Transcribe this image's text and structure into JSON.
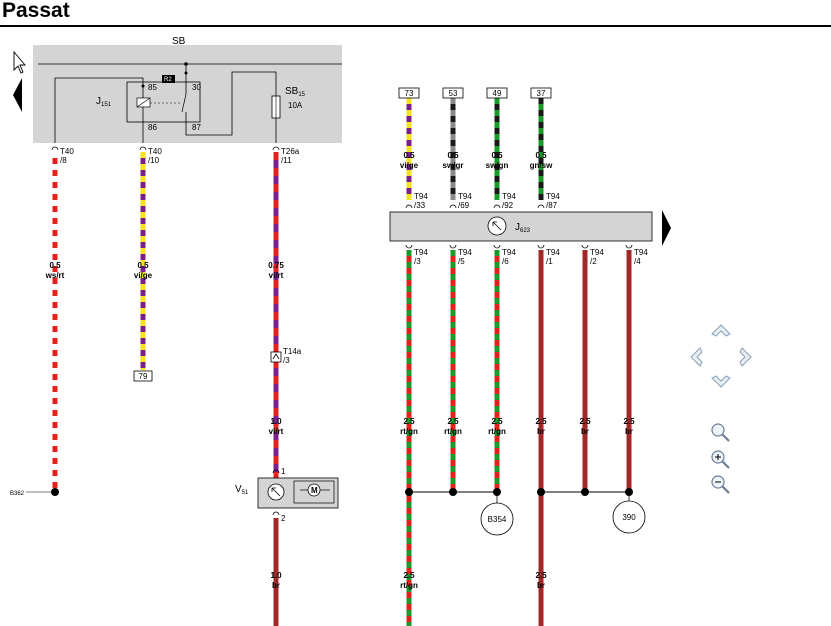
{
  "page": {
    "title": "Passat"
  },
  "colors": {
    "box_fill": "#d4d4d4",
    "red": "#e8201c",
    "white": "#ffffff",
    "violet": "#7a1f8c",
    "yellow": "#f2e51a",
    "grey": "#8a8a8a",
    "black": "#1a1a1a",
    "green": "#1a9a2a",
    "brown": "#a02828",
    "nav_icon": "#8aa0b8"
  },
  "components": {
    "sb": {
      "name": "SB"
    },
    "sb15": {
      "main": "SB",
      "sub": "15",
      "rating": "10A"
    },
    "j151": {
      "main": "J",
      "sub": "151",
      "pin85": "85",
      "pin86": "86",
      "pin30": "30",
      "pin87": "87",
      "tag": "R2"
    },
    "j623": {
      "main": "J",
      "sub": "623"
    },
    "v51": {
      "main": "V",
      "sub": "51",
      "pin1": "1",
      "pin2": "2"
    }
  },
  "connectors": {
    "t40_8": {
      "a": "T40",
      "b": "/8"
    },
    "t40_10": {
      "a": "T40",
      "b": "/10"
    },
    "t26a_11": {
      "a": "T26a",
      "b": "/11"
    },
    "t14a_3": {
      "a": "T14a",
      "b": "/3"
    },
    "t94_33": {
      "a": "T94",
      "b": "/33"
    },
    "t94_69": {
      "a": "T94",
      "b": "/69"
    },
    "t94_92": {
      "a": "T94",
      "b": "/92"
    },
    "t94_87": {
      "a": "T94",
      "b": "/87"
    },
    "t94_3": {
      "a": "T94",
      "b": "/3"
    },
    "t94_5": {
      "a": "T94",
      "b": "/5"
    },
    "t94_6": {
      "a": "T94",
      "b": "/6"
    },
    "t94_1": {
      "a": "T94",
      "b": "/1"
    },
    "t94_2": {
      "a": "T94",
      "b": "/2"
    },
    "t94_4": {
      "a": "T94",
      "b": "/4"
    }
  },
  "wires": {
    "w1": {
      "size": "0.5",
      "color": "ws/rt"
    },
    "w2": {
      "size": "0.5",
      "color": "vi/ge"
    },
    "w3": {
      "size": "0.75",
      "color": "vi/rt"
    },
    "w3b": {
      "size": "1.0",
      "color": "vi/rt"
    },
    "w3c": {
      "size": "1.0",
      "color": "br"
    },
    "w4": {
      "size": "0.5",
      "color": "vi/ge"
    },
    "w5": {
      "size": "0.5",
      "color": "sw/gr"
    },
    "w6": {
      "size": "0.5",
      "color": "sw/gn"
    },
    "w7": {
      "size": "0.5",
      "color": "gn/sw"
    },
    "w8": {
      "size": "2.5",
      "color": "rt/gn"
    },
    "w9": {
      "size": "2.5",
      "color": "rt/gn"
    },
    "w10": {
      "size": "2.5",
      "color": "rt/gn"
    },
    "w11": {
      "size": "2.5",
      "color": "br"
    },
    "w12": {
      "size": "2.5",
      "color": "br"
    },
    "w13": {
      "size": "2.5",
      "color": "br"
    },
    "w14": {
      "size": "2.5",
      "color": "rt/gn"
    },
    "w15": {
      "size": "2.5",
      "color": "br"
    }
  },
  "refs": {
    "r79": "79",
    "r73": "73",
    "r53": "53",
    "r49": "49",
    "r37": "37",
    "b362": "B362",
    "b354": "B354",
    "g390": "390"
  },
  "navigation": {
    "icons": [
      "arrow-up-icon",
      "arrow-left-icon",
      "arrow-right-icon",
      "arrow-down-icon",
      "zoom-fit-icon",
      "zoom-in-icon",
      "zoom-out-icon",
      "pointer-cursor-icon",
      "page-prev-icon",
      "page-next-icon"
    ]
  }
}
